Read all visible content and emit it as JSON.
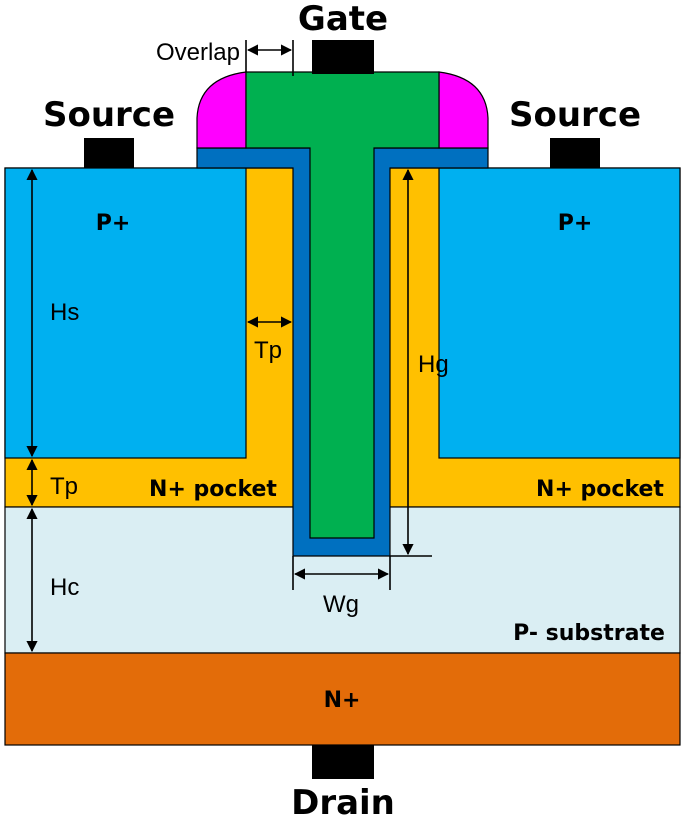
{
  "terminals": {
    "gate": "Gate",
    "source_left": "Source",
    "source_right": "Source",
    "drain": "Drain"
  },
  "regions": {
    "p_plus_left": "P+",
    "p_plus_right": "P+",
    "n_pocket_left": "N+ pocket",
    "n_pocket_right": "N+ pocket",
    "p_substrate": "P- substrate",
    "n_plus_drain": "N+"
  },
  "dimensions": {
    "overlap": "Overlap",
    "hs": "Hs",
    "tp_left": "Tp",
    "tp_trench": "Tp",
    "hc": "Hc",
    "hg": "Hg",
    "wg": "Wg"
  },
  "colors": {
    "p_plus": "#00b0f0",
    "n_pocket": "#ffc000",
    "gate": "#00b050",
    "oxide": "#0070c0",
    "spacer": "#ff00ff",
    "p_substrate": "#daeef3",
    "n_plus_drain": "#e36c09",
    "contact": "#000000"
  }
}
